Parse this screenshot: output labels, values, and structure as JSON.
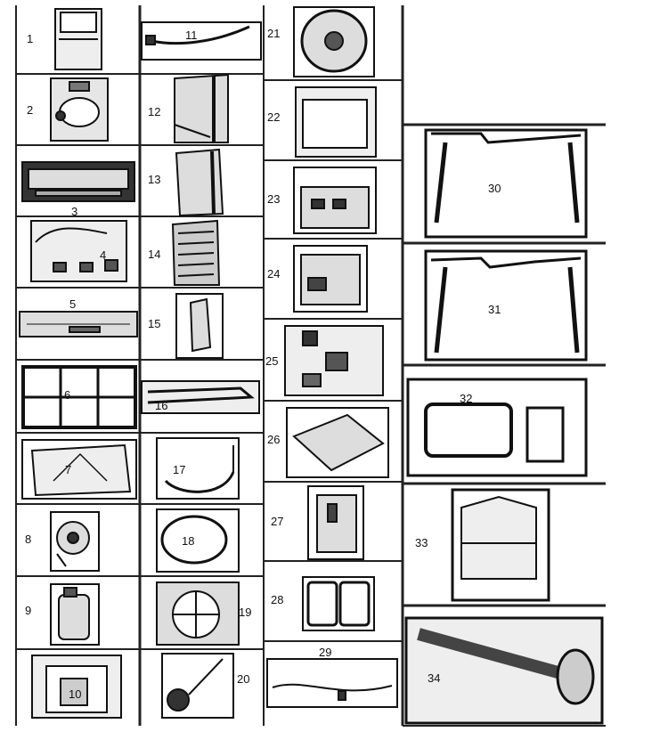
{
  "parts": [
    {
      "id": "1",
      "label": "1"
    },
    {
      "id": "2",
      "label": "2"
    },
    {
      "id": "3",
      "label": "3"
    },
    {
      "id": "4",
      "label": "4"
    },
    {
      "id": "5",
      "label": "5"
    },
    {
      "id": "6",
      "label": "6"
    },
    {
      "id": "7",
      "label": "7"
    },
    {
      "id": "8",
      "label": "8"
    },
    {
      "id": "9",
      "label": "9"
    },
    {
      "id": "10",
      "label": "10"
    },
    {
      "id": "11",
      "label": "11"
    },
    {
      "id": "12",
      "label": "12"
    },
    {
      "id": "13",
      "label": "13"
    },
    {
      "id": "14",
      "label": "14"
    },
    {
      "id": "15",
      "label": "15"
    },
    {
      "id": "16",
      "label": "16"
    },
    {
      "id": "17",
      "label": "17"
    },
    {
      "id": "18",
      "label": "18"
    },
    {
      "id": "19",
      "label": "19"
    },
    {
      "id": "20",
      "label": "20"
    },
    {
      "id": "21",
      "label": "21"
    },
    {
      "id": "22",
      "label": "22"
    },
    {
      "id": "23",
      "label": "23"
    },
    {
      "id": "24",
      "label": "24"
    },
    {
      "id": "25",
      "label": "25"
    },
    {
      "id": "26",
      "label": "26"
    },
    {
      "id": "27",
      "label": "27"
    },
    {
      "id": "28",
      "label": "28"
    },
    {
      "id": "29",
      "label": "29"
    },
    {
      "id": "30",
      "label": "30"
    },
    {
      "id": "31",
      "label": "31"
    },
    {
      "id": "32",
      "label": "32"
    },
    {
      "id": "33",
      "label": "33"
    },
    {
      "id": "34",
      "label": "34"
    }
  ]
}
